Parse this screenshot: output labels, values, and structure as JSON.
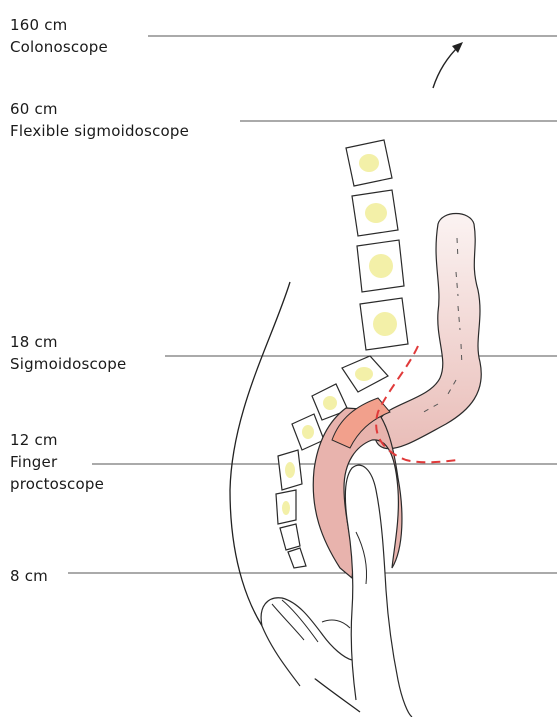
{
  "levels": [
    {
      "depth": "160 cm",
      "instrument": "Colonoscope"
    },
    {
      "depth": "60 cm",
      "instrument": "Flexible sigmoidoscope"
    },
    {
      "depth": "18 cm",
      "instrument": "Sigmoidoscope"
    },
    {
      "depth": "12 cm",
      "instrument": "Finger",
      "instrument_line2": "proctoscope"
    },
    {
      "depth": "8 cm"
    }
  ],
  "colors": {
    "line": "#555555",
    "outline": "#2a2a2a",
    "vertebra_fill": "#f3f0a8",
    "rectum_fill": "#e8b3ad",
    "rectum_highlight": "#f2a08c",
    "colon_fill_top": "#fbf3f2",
    "colon_fill_bottom": "#e9bdb8",
    "dashed_boundary": "#e03a3a"
  }
}
